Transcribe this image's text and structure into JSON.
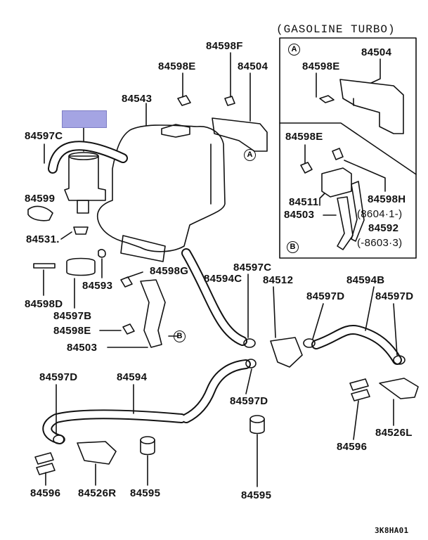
{
  "inset_title": "(GASOLINE TURBO)",
  "inset_marks": {
    "a": "A",
    "b": "B"
  },
  "diagram_code": "3K8HA01",
  "labels": {
    "p84598F": "84598F",
    "p84598E_top": "84598E",
    "p84504": "84504",
    "p84543": "84543",
    "p84597C_left": "84597C",
    "p84599": "84599",
    "p84531": "84531.",
    "p84598D": "84598D",
    "p84597B": "84597B",
    "p84593": "84593",
    "p84598G": "84598G",
    "p84598E_mid": "84598E",
    "p84503": "84503",
    "p84597C_mid": "84597C",
    "p84594C": "84594C",
    "p84512": "84512",
    "p84594B": "84594B",
    "p84597D_a": "84597D",
    "p84597D_b": "84597D",
    "p84597D_c": "84597D",
    "p84594": "84594",
    "p84597D_d": "84597D",
    "p84526L": "84526L",
    "p84596_r": "84596",
    "p84596_l": "84596",
    "p84526R": "84526R",
    "p84595_l": "84595",
    "p84595_r": "84595"
  },
  "inset_labels": {
    "p84504": "84504",
    "p84598E_a": "84598E",
    "p84598E_b": "84598E",
    "p84511": "84511",
    "p84598H": "84598H",
    "p84503": "84503",
    "date1": "(8604·1-)",
    "p84592": "84592",
    "date2": "(-8603·3)"
  }
}
